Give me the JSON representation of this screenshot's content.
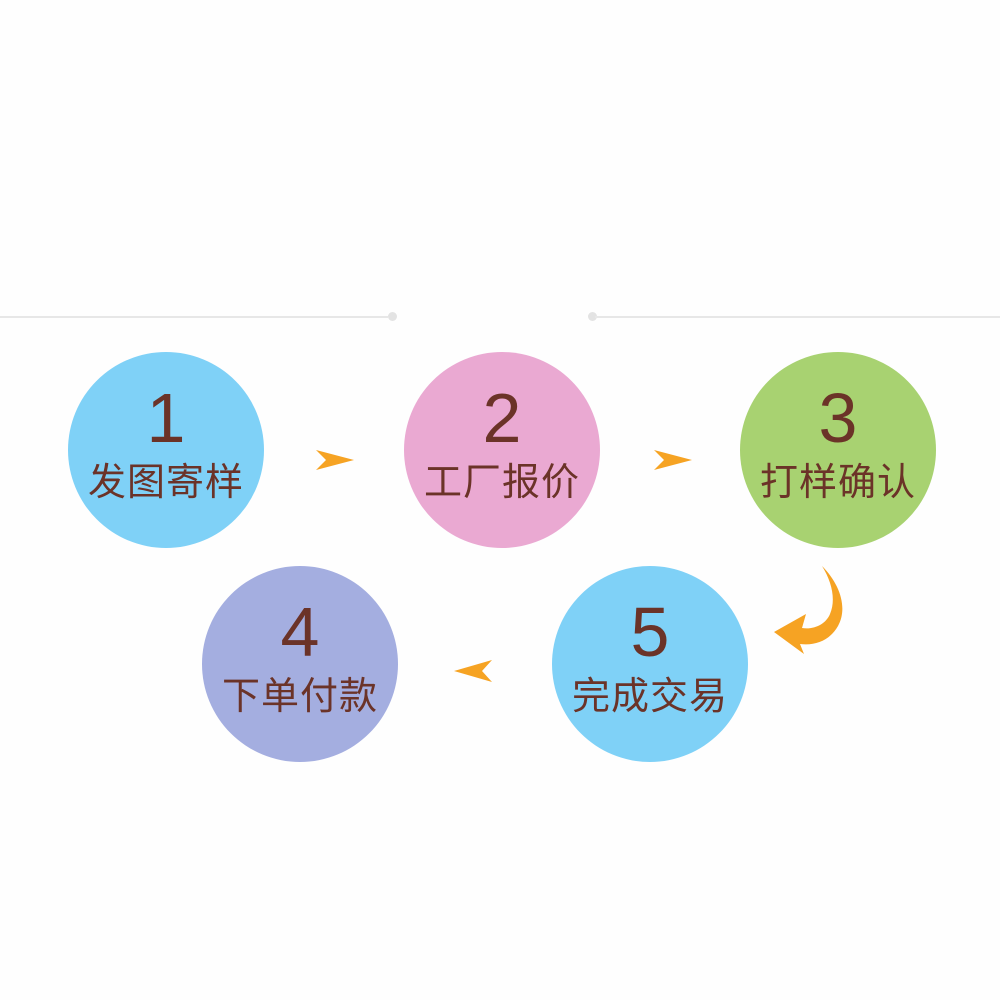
{
  "colors": {
    "text": "#6b3328",
    "arrow": "#f6a323",
    "step1": "#7fd1f7",
    "step2": "#eaa9d2",
    "step3": "#a8d271",
    "step4": "#a4aee0",
    "step5": "#7fd1f7"
  },
  "steps": [
    {
      "number": "1",
      "label": "发图寄样"
    },
    {
      "number": "2",
      "label": "工厂报价"
    },
    {
      "number": "3",
      "label": "打样确认"
    },
    {
      "number": "4",
      "label": "下单付款"
    },
    {
      "number": "5",
      "label": "完成交易"
    }
  ],
  "icons": {
    "arrow_right": "chevron-arrow-right-icon",
    "arrow_left": "chevron-arrow-left-icon",
    "curved": "curved-arrow-icon"
  }
}
